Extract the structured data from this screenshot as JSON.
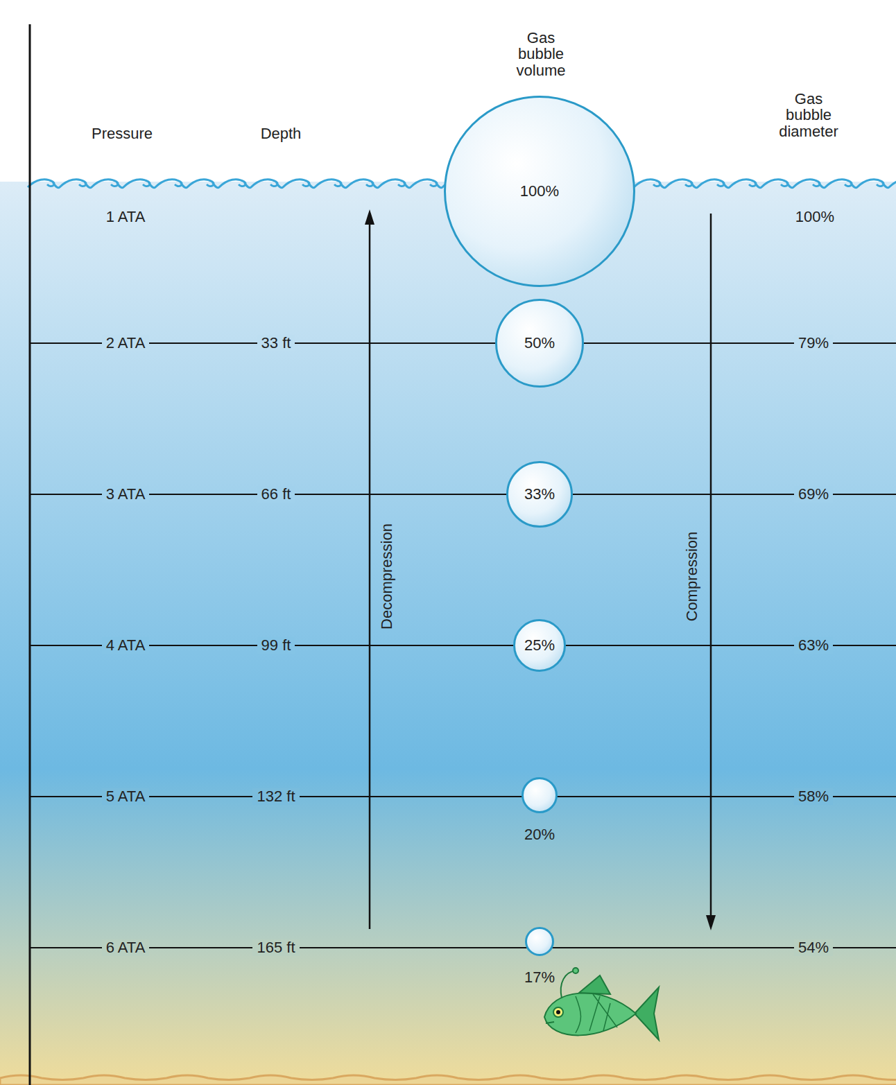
{
  "diagram": {
    "nodes": [
      {
        "text": [
          "100%"
        ]
      },
      {
        "text": [
          "50%"
        ]
      },
      {
        "text": [
          "33%"
        ]
      },
      {
        "text": [
          "25%"
        ]
      },
      {
        "text": [
          "20%"
        ]
      },
      {
        "text": [
          "17%"
        ]
      }
    ],
    "labels": [
      "Gas bubble volume",
      "Pressure",
      "Depth",
      "Gas bubble diameter",
      "1 ATA",
      "100%",
      "2 ATA",
      "33 ft",
      "79%",
      "3 ATA",
      "66 ft",
      "69%",
      "4 ATA",
      "99 ft",
      "63%",
      "5 ATA",
      "132 ft",
      "58%",
      "6 ATA",
      "165 ft",
      "54%",
      "Decompression",
      "Compression"
    ]
  }
}
